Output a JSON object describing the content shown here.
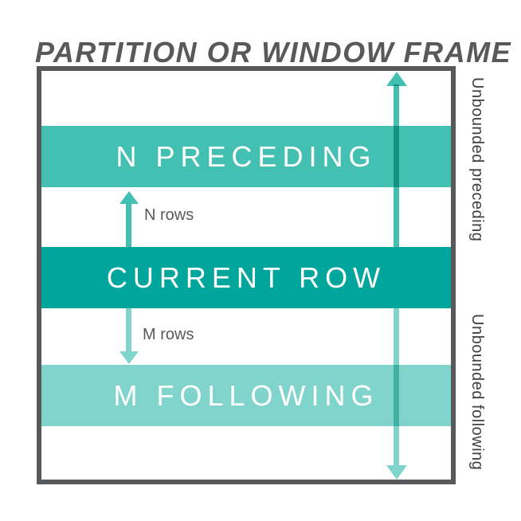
{
  "title": "PARTITION OR WINDOW FRAME",
  "bands": [
    {
      "id": "n-preceding",
      "label": "N PRECEDING",
      "color": "#44C0B3"
    },
    {
      "id": "current-row",
      "label": "CURRENT ROW",
      "color": "#00A59B"
    },
    {
      "id": "m-following",
      "label": "M FOLLOWING",
      "color": "#80D4CC"
    }
  ],
  "annotations": {
    "n_rows": "N rows",
    "m_rows": "M rows",
    "unbounded_preceding": "Unbounded preceding",
    "unbounded_following": "Unbounded following"
  },
  "icons": {
    "n_rows_arrow": "arrow-up",
    "m_rows_arrow": "arrow-down",
    "unbounded_preceding_arrow": "arrow-up",
    "unbounded_following_arrow": "arrow-down"
  },
  "colors": {
    "frame_border": "#58595B",
    "title_text": "#58595B",
    "rows_label_text": "#58595B",
    "side_label_text": "#414042",
    "teal_medium": "#44C0B3",
    "teal_dark": "#00A59B",
    "teal_light": "#80D4CC",
    "band_text": "#FFFFFF",
    "background": "#FFFFFF"
  }
}
